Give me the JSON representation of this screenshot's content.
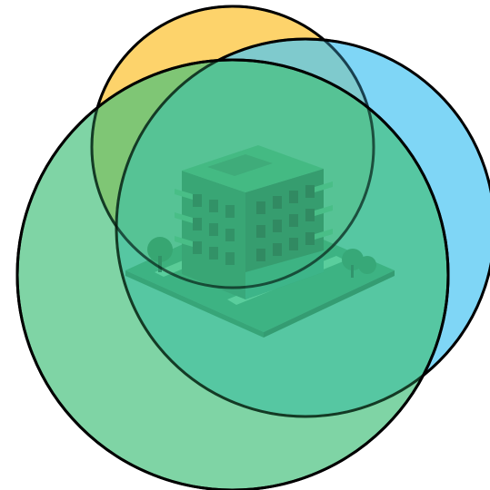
{
  "diagram": {
    "type": "venn",
    "sets": [
      {
        "id": "set-yellow",
        "color": "#fdd36b"
      },
      {
        "id": "set-blue",
        "color": "#4dc6f3"
      },
      {
        "id": "set-green",
        "color": "#49c47f"
      }
    ],
    "outline_color": "#000000",
    "center_icon": "apartment-building-icon"
  }
}
